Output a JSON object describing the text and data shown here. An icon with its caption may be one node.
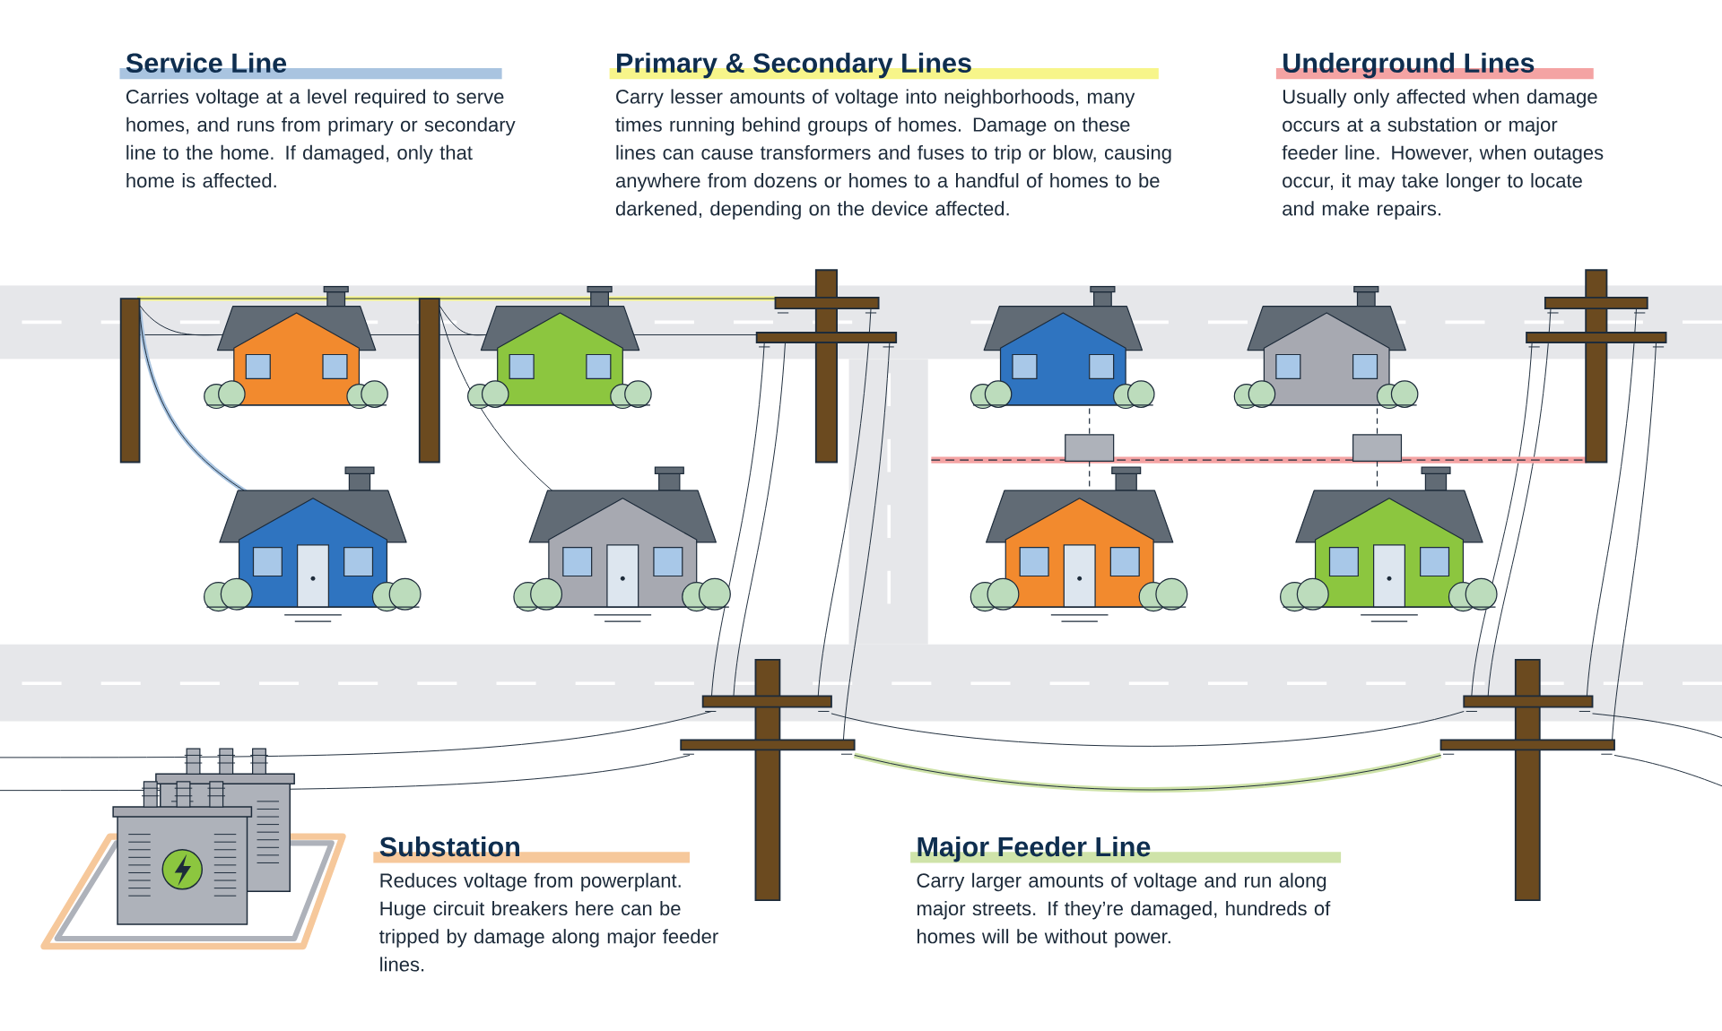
{
  "diagram": {
    "labels": [
      "Service Line",
      "Carries voltage at a level required to serve homes, and runs from primary or secondary line to the home. If damaged, only that home is affected.",
      "Primary & Secondary Lines",
      "Carry lesser amounts of voltage into neighborhoods, many times running behind groups of homes. Damage on these lines can cause transformers and fuses to trip or blow, causing anywhere from dozens or homes to a handful of homes to be darkened, depending on the device affected.",
      "Underground Lines",
      "Usually only affected when damage occurs at a substation or major feeder line. However, when outages occur, it may take longer to locate and make repairs.",
      "Substation",
      "Reduces voltage from powerplant. Huge circuit breakers here can be tripped by damage along major feeder lines.",
      "Major Feeder Line",
      "Carry larger amounts of voltage and run along major streets. If they’re damaged, hundreds of homes will be without power."
    ]
  }
}
